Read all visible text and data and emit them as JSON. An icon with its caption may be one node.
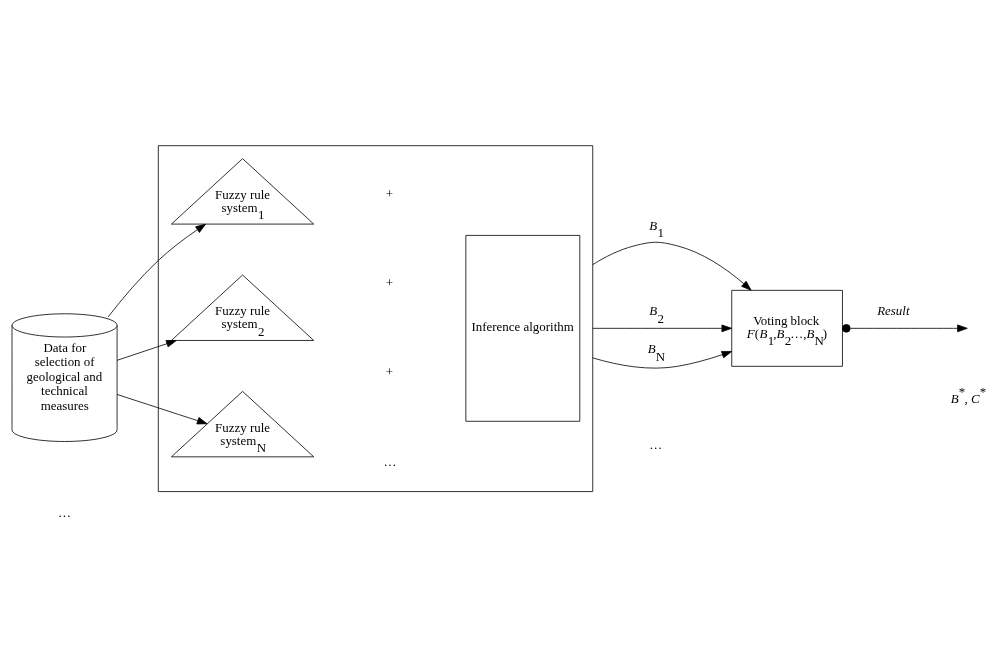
{
  "diagram": {
    "nodes": [
      {
        "text": [
          "Data for selection of geological and technical measures"
        ]
      },
      {
        "text": [],
        "shape": "box"
      },
      {
        "text": [
          "Fuzzy rule system$_{1}$"
        ],
        "in": 1
      },
      {
        "text": [
          "Fuzzy rule system$_{2}$"
        ],
        "in": 1
      },
      {
        "text": [
          "Fuzzy rule system$_{N}$"
        ],
        "in": 1
      },
      {
        "text": [
          "Inference algorithm"
        ],
        "in": 1
      },
      {
        "text": [
          "Voting block",
          "*F*(*B*$_{1}$,*B*$_{2}$…,*B*$_{N}$)"
        ]
      }
    ],
    "edges": [
      {
        "from": 0,
        "to": 2,
        "arrow": "to"
      },
      {
        "from": 0,
        "to": 3,
        "arrow": "to"
      },
      {
        "from": 0,
        "to": 4,
        "arrow": "to"
      },
      {
        "from": 1,
        "to": 6,
        "arrow": "to",
        "label": "*B*$_{1}$"
      },
      {
        "from": 1,
        "to": 6,
        "arrow": "to",
        "label": "*B*$_{2}$"
      },
      {
        "from": 1,
        "to": 6,
        "arrow": "to",
        "label": "*B*$_{N}$"
      },
      {
        "from": 6,
        "to": null,
        "arrow": "to",
        "label": "*Result*"
      }
    ],
    "labels": [
      "+",
      "+",
      "+",
      "…",
      "…",
      "…",
      "*B*$^{*}$, *C*$^{*}$"
    ]
  }
}
